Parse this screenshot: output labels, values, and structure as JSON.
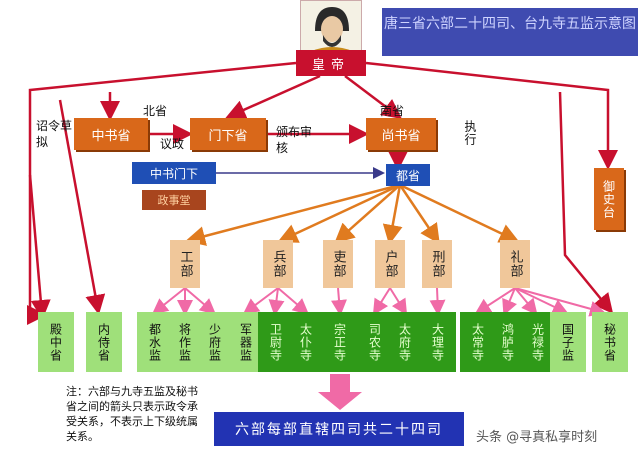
{
  "title": "唐三省六部二十四司、台九寺五监示意图",
  "emperor": "皇帝",
  "north_label": "北省",
  "south_label": "南省",
  "provinces": {
    "zhongshu": "中书省",
    "menxia": "门下省",
    "shangshu": "尚书省"
  },
  "notes": {
    "draft": "诏令草拟",
    "discuss": "议政",
    "review": "颁布审核",
    "execute": "执行"
  },
  "zhongshu_menxia": "中书门下",
  "zhengshitang": "政事堂",
  "dusheng": "都省",
  "yushitai": "御史台",
  "ministries": [
    "工部",
    "兵部",
    "吏部",
    "户部",
    "刑部",
    "礼部"
  ],
  "departments": [
    "殿中省",
    "内侍省",
    "都水监",
    "将作监",
    "少府监",
    "军器监",
    "卫尉寺",
    "太仆寺",
    "宗正寺",
    "司农寺",
    "太府寺",
    "大理寺",
    "太常寺",
    "鸿胪寺",
    "光禄寺",
    "国子监",
    "秘书省"
  ],
  "footnote": "注：六部与九寺五监及秘书省之间的箭头只表示政令承受关系，不表示上下级统属关系。",
  "bottom_text": "六部每部直辖四司共二十四司",
  "watermark": "头条 @寻真私享时刻",
  "colors": {
    "red": "#c8102e",
    "orange": "#d9681a",
    "blue": "#1f4fb5",
    "green_light": "#9fe07a",
    "green_dark": "#2f9a18",
    "pink": "#f06aa6"
  }
}
